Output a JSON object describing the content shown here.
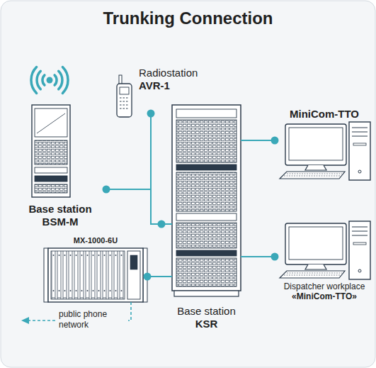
{
  "diagram": {
    "title": "Trunking Connection",
    "nodes": [
      {
        "text": [
          "Base station BSM-M"
        ]
      },
      {
        "text": [
          "Radiostation",
          "AVR-1"
        ]
      },
      {
        "text": [
          "Base station",
          "KSR"
        ]
      },
      {
        "text": [
          "MiniCom-TTO"
        ]
      },
      {
        "text": [
          "MX-1000-6U"
        ]
      },
      {
        "text": [
          "Dispatcher workplace",
          "«MiniCom-TTO»"
        ]
      }
    ],
    "edges": [
      {
        "from": 0,
        "to": 2,
        "arrow": "none"
      },
      {
        "from": 1,
        "to": 2,
        "arrow": "none"
      },
      {
        "from": 3,
        "to": 2,
        "arrow": "none"
      },
      {
        "from": 4,
        "to": 2,
        "arrow": "none"
      },
      {
        "from": 5,
        "to": 2,
        "arrow": "none"
      }
    ],
    "labels": [
      "public phone network"
    ]
  }
}
